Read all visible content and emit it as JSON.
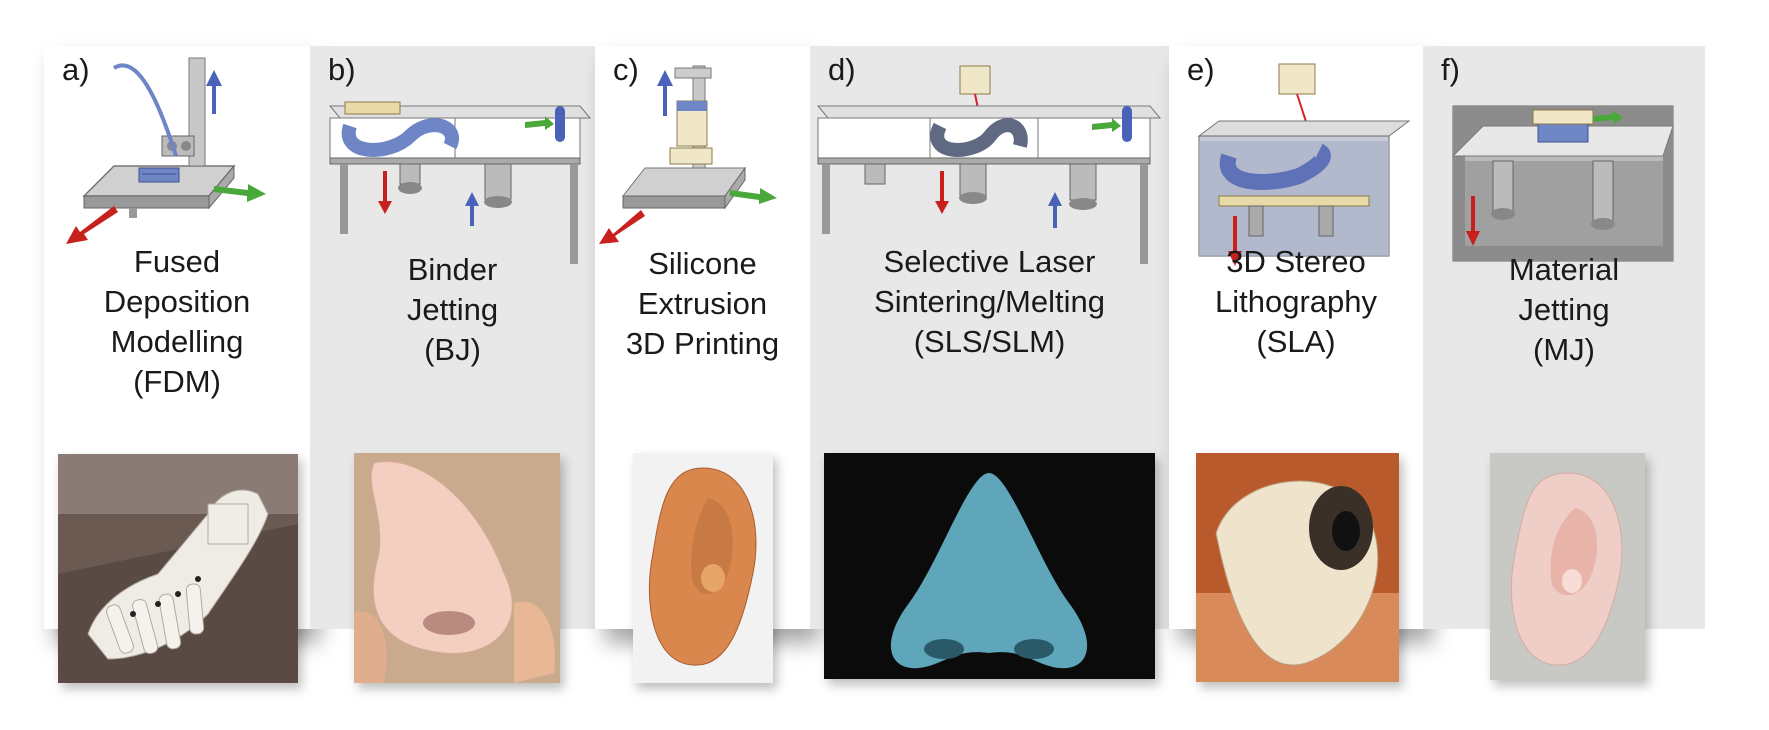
{
  "panels": [
    {
      "tag": "a)",
      "title_lines": [
        "Fused",
        "Deposition",
        "Modelling",
        "(FDM)"
      ],
      "photo_subject": "3d-printed-prosthetic-hand",
      "illustration": "fdm-printer"
    },
    {
      "tag": "b)",
      "title_lines": [
        "Binder",
        "Jetting",
        "(BJ)"
      ],
      "photo_subject": "printed-nose-prosthesis",
      "illustration": "binder-jetting-machine"
    },
    {
      "tag": "c)",
      "title_lines": [
        "Silicone",
        "Extrusion",
        "3D Printing"
      ],
      "photo_subject": "silicone-ear-prosthesis",
      "illustration": "silicone-extruder"
    },
    {
      "tag": "d)",
      "title_lines": [
        "Selective Laser",
        "Sintering/Melting",
        "(SLS/SLM)"
      ],
      "photo_subject": "sintered-nose-model",
      "illustration": "laser-sintering-machine"
    },
    {
      "tag": "e)",
      "title_lines": [
        "3D Stereo",
        "Lithography",
        "(SLA)"
      ],
      "photo_subject": "prosthetic-eye",
      "illustration": "stereolithography-vat"
    },
    {
      "tag": "f)",
      "title_lines": [
        "Material",
        "Jetting",
        "(MJ)"
      ],
      "photo_subject": "translucent-ear-prosthesis",
      "illustration": "material-jetting-machine"
    }
  ],
  "colors": {
    "arrow_red": "#c8201c",
    "arrow_blue": "#4a63b8",
    "arrow_green": "#4aa83a",
    "build_material": "#6f86c6",
    "machine_gray": "#b8b8b8"
  }
}
